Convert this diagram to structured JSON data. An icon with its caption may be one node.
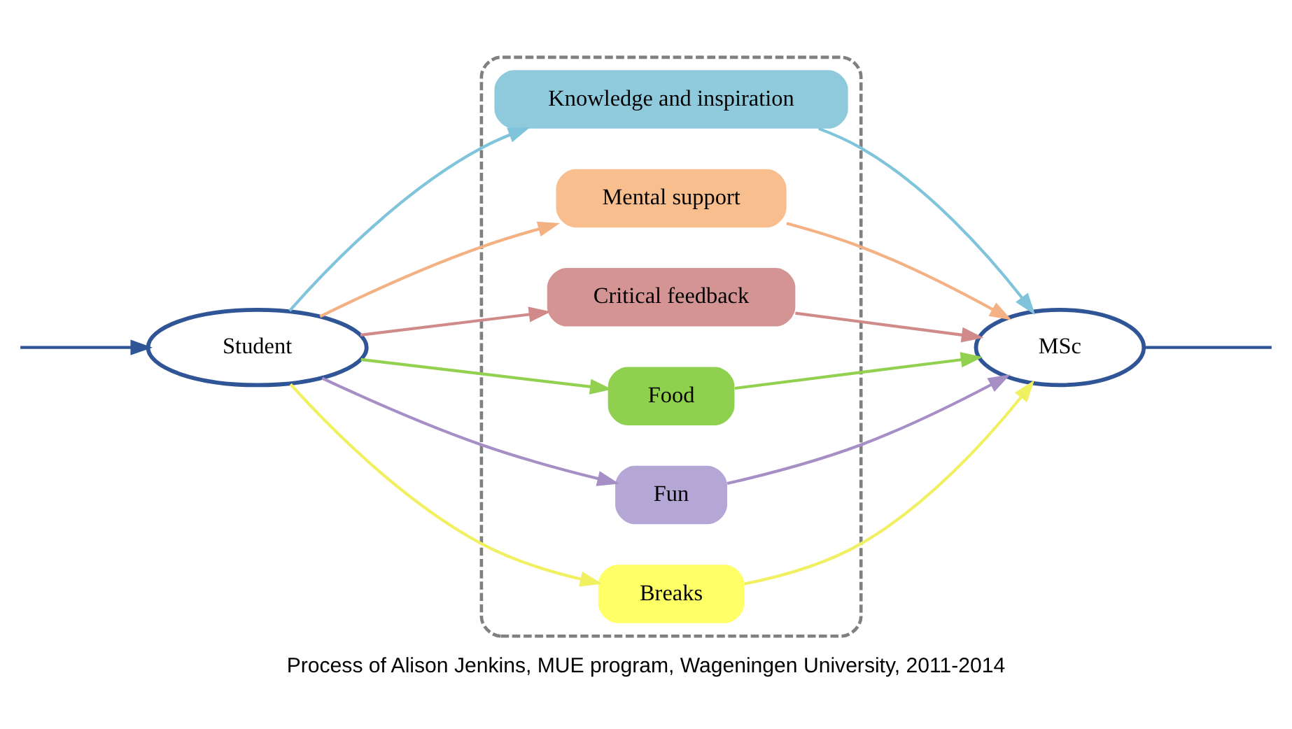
{
  "diagram": {
    "caption": "Process of Alison Jenkins, MUE program, Wageningen University, 2011-2014",
    "nodes": [
      {
        "text": [],
        "shape": "box"
      },
      {
        "text": [
          "Knowledge and inspiration"
        ],
        "in": 0
      },
      {
        "text": [
          "Mental support"
        ],
        "in": 0
      },
      {
        "text": [
          "Critical feedback"
        ],
        "in": 0
      },
      {
        "text": [
          "Student"
        ]
      },
      {
        "text": [
          "Food"
        ],
        "in": 0
      },
      {
        "text": [
          "MSc"
        ]
      },
      {
        "text": [
          "Fun"
        ],
        "in": 0
      },
      {
        "text": [
          "Breaks"
        ],
        "in": 0
      }
    ],
    "edges": [
      {
        "from": null,
        "to": 4,
        "arrow": "to",
        "color": "#2f5597"
      },
      {
        "from": 4,
        "to": 1,
        "arrow": "to",
        "color": "#7fc4da"
      },
      {
        "from": 1,
        "to": 6,
        "arrow": "to",
        "color": "#7fc4da"
      },
      {
        "from": 4,
        "to": 2,
        "arrow": "to",
        "color": "#f4b183"
      },
      {
        "from": 2,
        "to": 6,
        "arrow": "to",
        "color": "#f4b183"
      },
      {
        "from": 4,
        "to": 3,
        "arrow": "to",
        "color": "#d08a8a"
      },
      {
        "from": 3,
        "to": 6,
        "arrow": "to",
        "color": "#d08a8a"
      },
      {
        "from": 4,
        "to": 5,
        "arrow": "to",
        "color": "#92d050"
      },
      {
        "from": 5,
        "to": 6,
        "arrow": "to",
        "color": "#92d050"
      },
      {
        "from": 4,
        "to": 7,
        "arrow": "to",
        "color": "#a58fc5"
      },
      {
        "from": 7,
        "to": 6,
        "arrow": "to",
        "color": "#a58fc5"
      },
      {
        "from": 4,
        "to": 8,
        "arrow": "to",
        "color": "#f0f060"
      },
      {
        "from": 8,
        "to": 6,
        "arrow": "to",
        "color": "#f0f060"
      },
      {
        "from": 6,
        "to": null,
        "arrow": "none",
        "color": "#2f5597"
      }
    ]
  }
}
